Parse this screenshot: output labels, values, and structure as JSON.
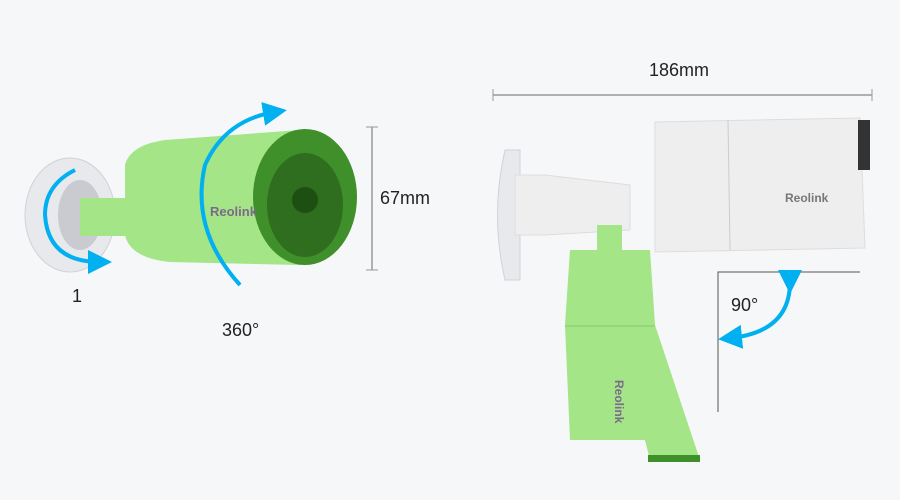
{
  "brand": "Reolink",
  "left_view": {
    "height_label": "67mm",
    "mount_label": "1",
    "rotation_label": "360°"
  },
  "right_view": {
    "length_label": "186mm",
    "tilt_label": "90°"
  },
  "colors": {
    "arrow": "#00b0f0",
    "green": "#a3e587",
    "dark_green": "#3f8f2a",
    "white_body": "#eeeeee"
  }
}
